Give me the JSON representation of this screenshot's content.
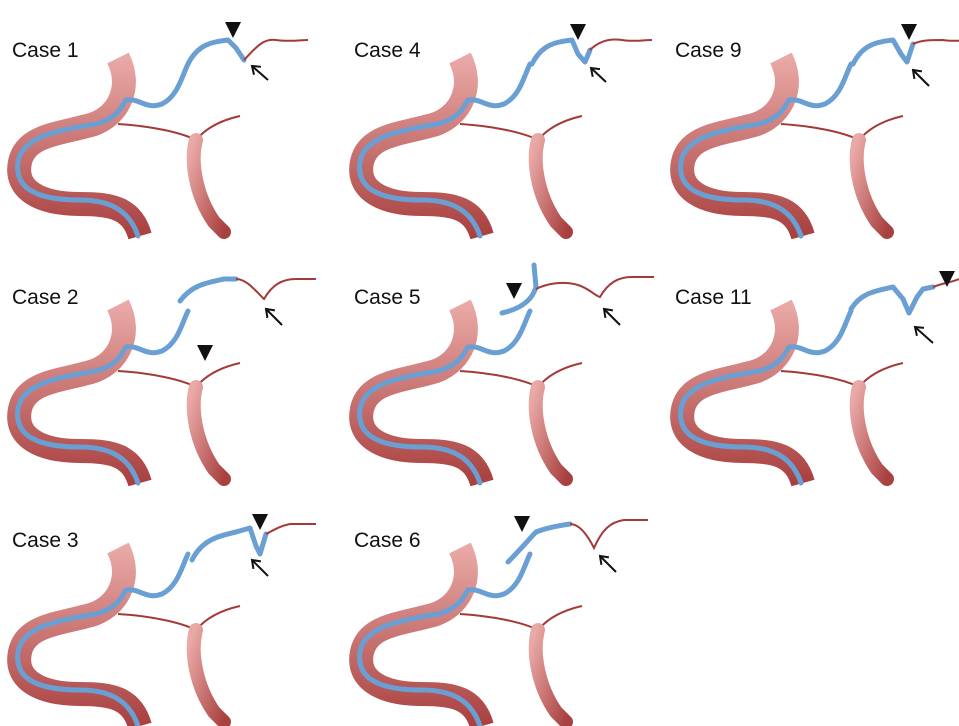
{
  "figure": {
    "panels": [
      {
        "id": "case-1",
        "title": "Case 1",
        "variant": "a"
      },
      {
        "id": "case-4",
        "title": "Case 4",
        "variant": "b"
      },
      {
        "id": "case-9",
        "title": "Case 9",
        "variant": "c"
      },
      {
        "id": "case-2",
        "title": "Case 2",
        "variant": "d"
      },
      {
        "id": "case-5",
        "title": "Case 5",
        "variant": "e"
      },
      {
        "id": "case-11",
        "title": "Case 11",
        "variant": "f"
      },
      {
        "id": "case-3",
        "title": "Case 3",
        "variant": "g"
      },
      {
        "id": "case-6",
        "title": "Case 6",
        "variant": "h"
      }
    ],
    "colors": {
      "vessel_dark": "#a8403f",
      "vessel_light": "#e9a9a6",
      "branch_line": "#a33a37",
      "catheter_blue": "#6a9fd4",
      "marker": "#111111"
    }
  }
}
